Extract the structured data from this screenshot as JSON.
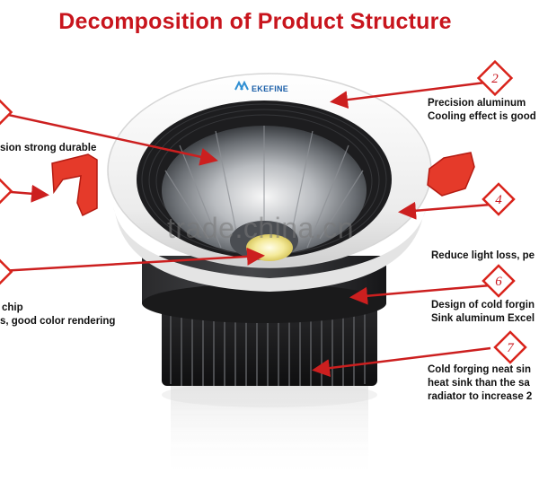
{
  "title": "Decomposition of Product Structure",
  "brand": "EKEFINE",
  "watermark": "trade.china.cn",
  "callouts_left": [
    {
      "id": "left-a",
      "lines": [
        "sion strong durable"
      ]
    },
    {
      "id": "left-b",
      "lines": [
        "chip",
        "s, good color rendering"
      ]
    }
  ],
  "callouts_right": [
    {
      "id": "2",
      "lines": [
        "Precision aluminum",
        "Cooling effect is good"
      ]
    },
    {
      "id": "4",
      "lines": [
        "Reduce light loss, pe"
      ]
    },
    {
      "id": "6",
      "lines": [
        "Design of cold forgin",
        "Sink aluminum Excel"
      ]
    },
    {
      "id": "7",
      "lines": [
        "Cold forging neat sin",
        "heat sink than the sa",
        "radiator to increase 2"
      ]
    }
  ],
  "colors": {
    "accent_red": "#c8151d",
    "badge_red": "#d9231b",
    "arrow_red": "#cc1f1f",
    "housing_black": "#1d1d1f",
    "ring_white": "#f4f4f4"
  }
}
